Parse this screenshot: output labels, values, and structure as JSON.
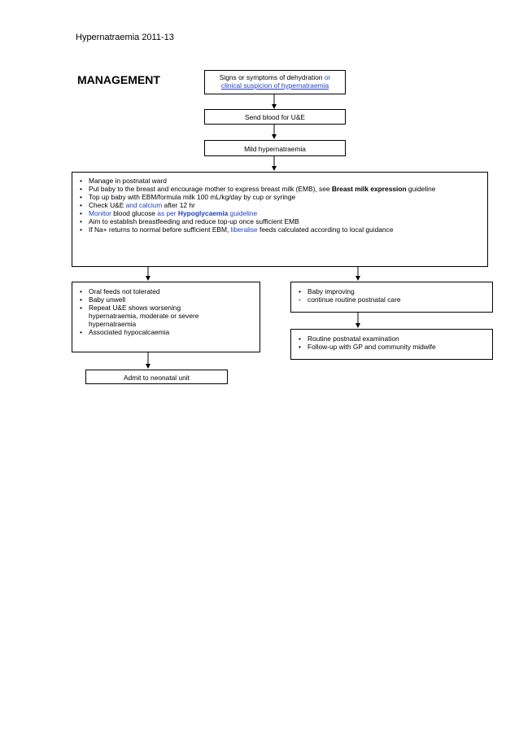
{
  "header": {
    "title": "Hypernatraemia 2011-13"
  },
  "section_title": "MANAGEMENT",
  "flow": {
    "box1": {
      "part1": "Signs or symptoms of dehydration ",
      "part2": "or",
      "part3": "clinical suspicion of hypernatraemia"
    },
    "box2": "Send blood for U&E",
    "box3": "Mild hypernatraemia",
    "box4": {
      "items": [
        {
          "t1": "Manage in postnatal ward"
        },
        {
          "t1": "Put baby to the breast and encourage mother to express breast milk (EMB), see ",
          "b": "Breast milk expression",
          "t2": " guideline"
        },
        {
          "t1": "Top up baby with EBM/formula milk 100 mL/kg/day by cup or syringe"
        },
        {
          "t1": "Check U&E ",
          "blue": "and calcium",
          "t2": " after 12 hr"
        },
        {
          "blue1": "Monitor",
          "t1": " blood glucose ",
          "blue2": "as per ",
          "bblue": "Hypoglycaemia",
          "blue3": " guideline"
        },
        {
          "t1": "Aim to establish breastfeeding and reduce top-up once sufficient EMB"
        },
        {
          "t1": "If Na+ returns to normal before sufficient EBM, ",
          "blue": "liberalise",
          "t2": " feeds calculated according to local guidance"
        }
      ]
    },
    "box5": {
      "items": [
        "Oral feeds not tolerated",
        "Baby unwell",
        "Repeat U&E shows worsening hypernatraemia, moderate or severe hypernatraemia",
        "Associated hypocalcaemia"
      ]
    },
    "box6": "Admit to neonatal unit",
    "box7": {
      "items": [
        "Baby improving",
        "continue routine postnatal care"
      ]
    },
    "box8": {
      "items": [
        "Routine postnatal examination",
        "Follow-up with GP and community midwife"
      ]
    }
  },
  "colors": {
    "link_blue": "#1f3fbf",
    "bullet_grey": "#888888"
  },
  "icons": {
    "bullet": "•"
  }
}
